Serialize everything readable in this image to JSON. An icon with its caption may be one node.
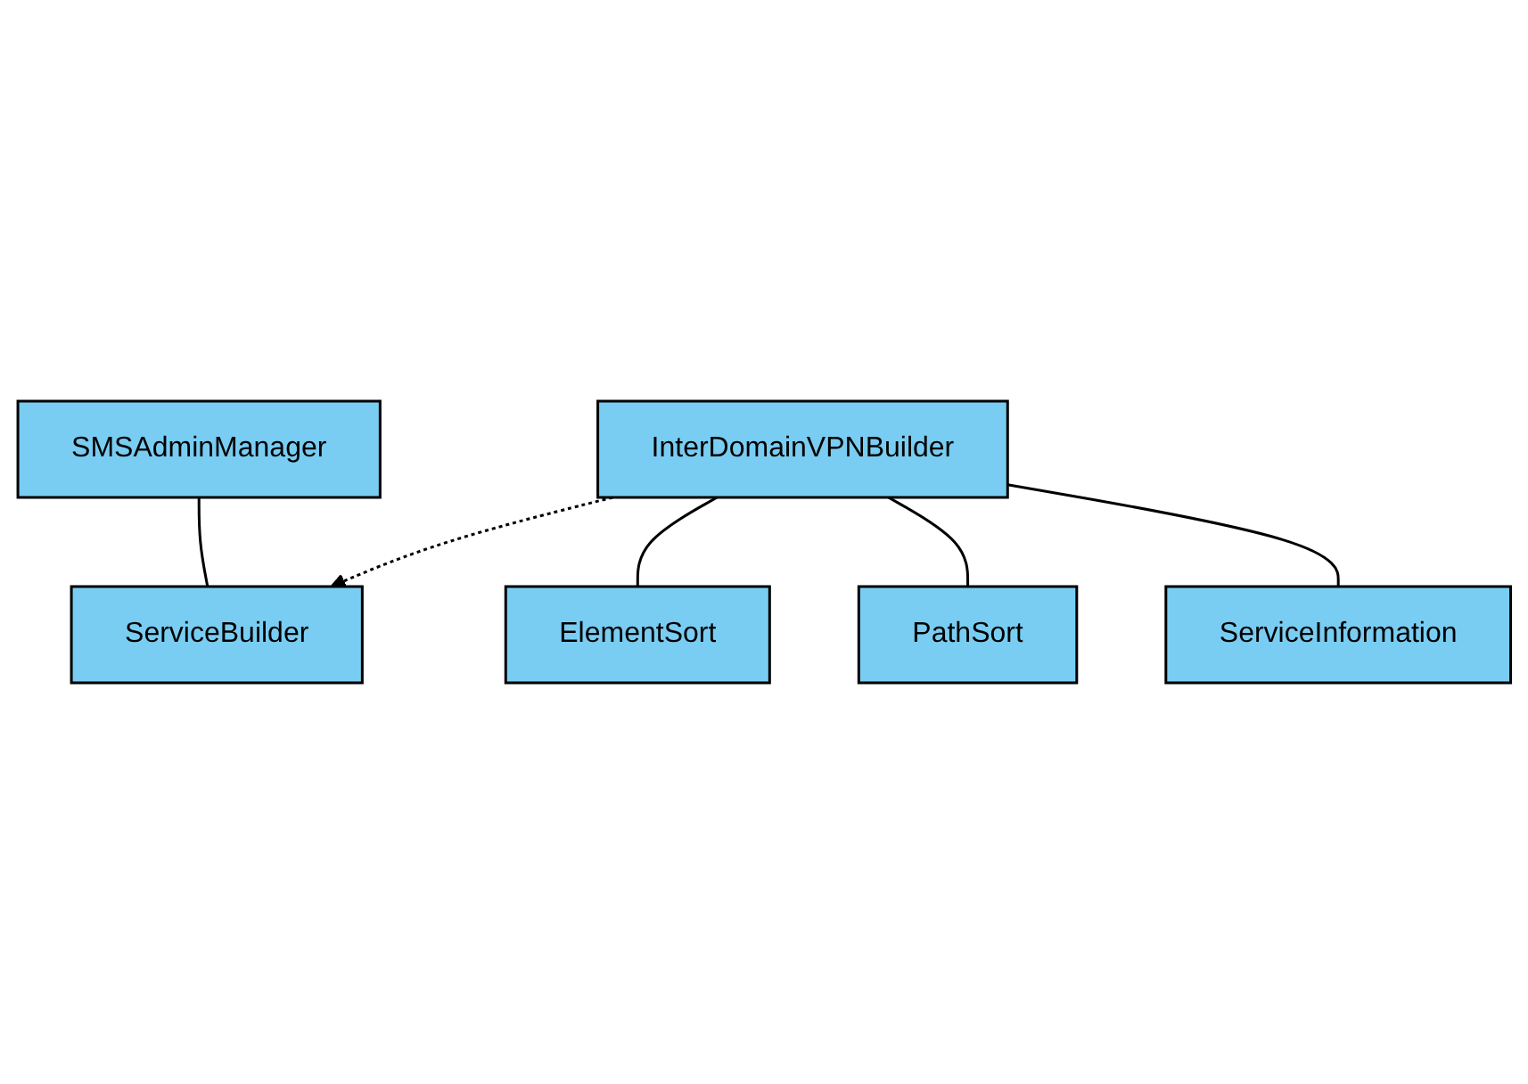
{
  "diagram": {
    "nodes": [
      {
        "text": [
          "SMSAdminManager"
        ]
      },
      {
        "text": [
          "ServiceBuilder"
        ]
      },
      {
        "text": [
          "InterDomainVPNBuilder"
        ]
      },
      {
        "text": [
          "ElementSort"
        ]
      },
      {
        "text": [
          "PathSort"
        ]
      },
      {
        "text": [
          "ServiceInformation"
        ]
      }
    ],
    "edges": [
      {
        "from": 0,
        "to": 1,
        "arrow": "none"
      },
      {
        "from": 2,
        "to": 1,
        "arrow": "to",
        "style": "dashed"
      },
      {
        "from": 2,
        "to": 3,
        "arrow": "none"
      },
      {
        "from": 2,
        "to": 4,
        "arrow": "none"
      },
      {
        "from": 2,
        "to": 5,
        "arrow": "none"
      }
    ]
  }
}
